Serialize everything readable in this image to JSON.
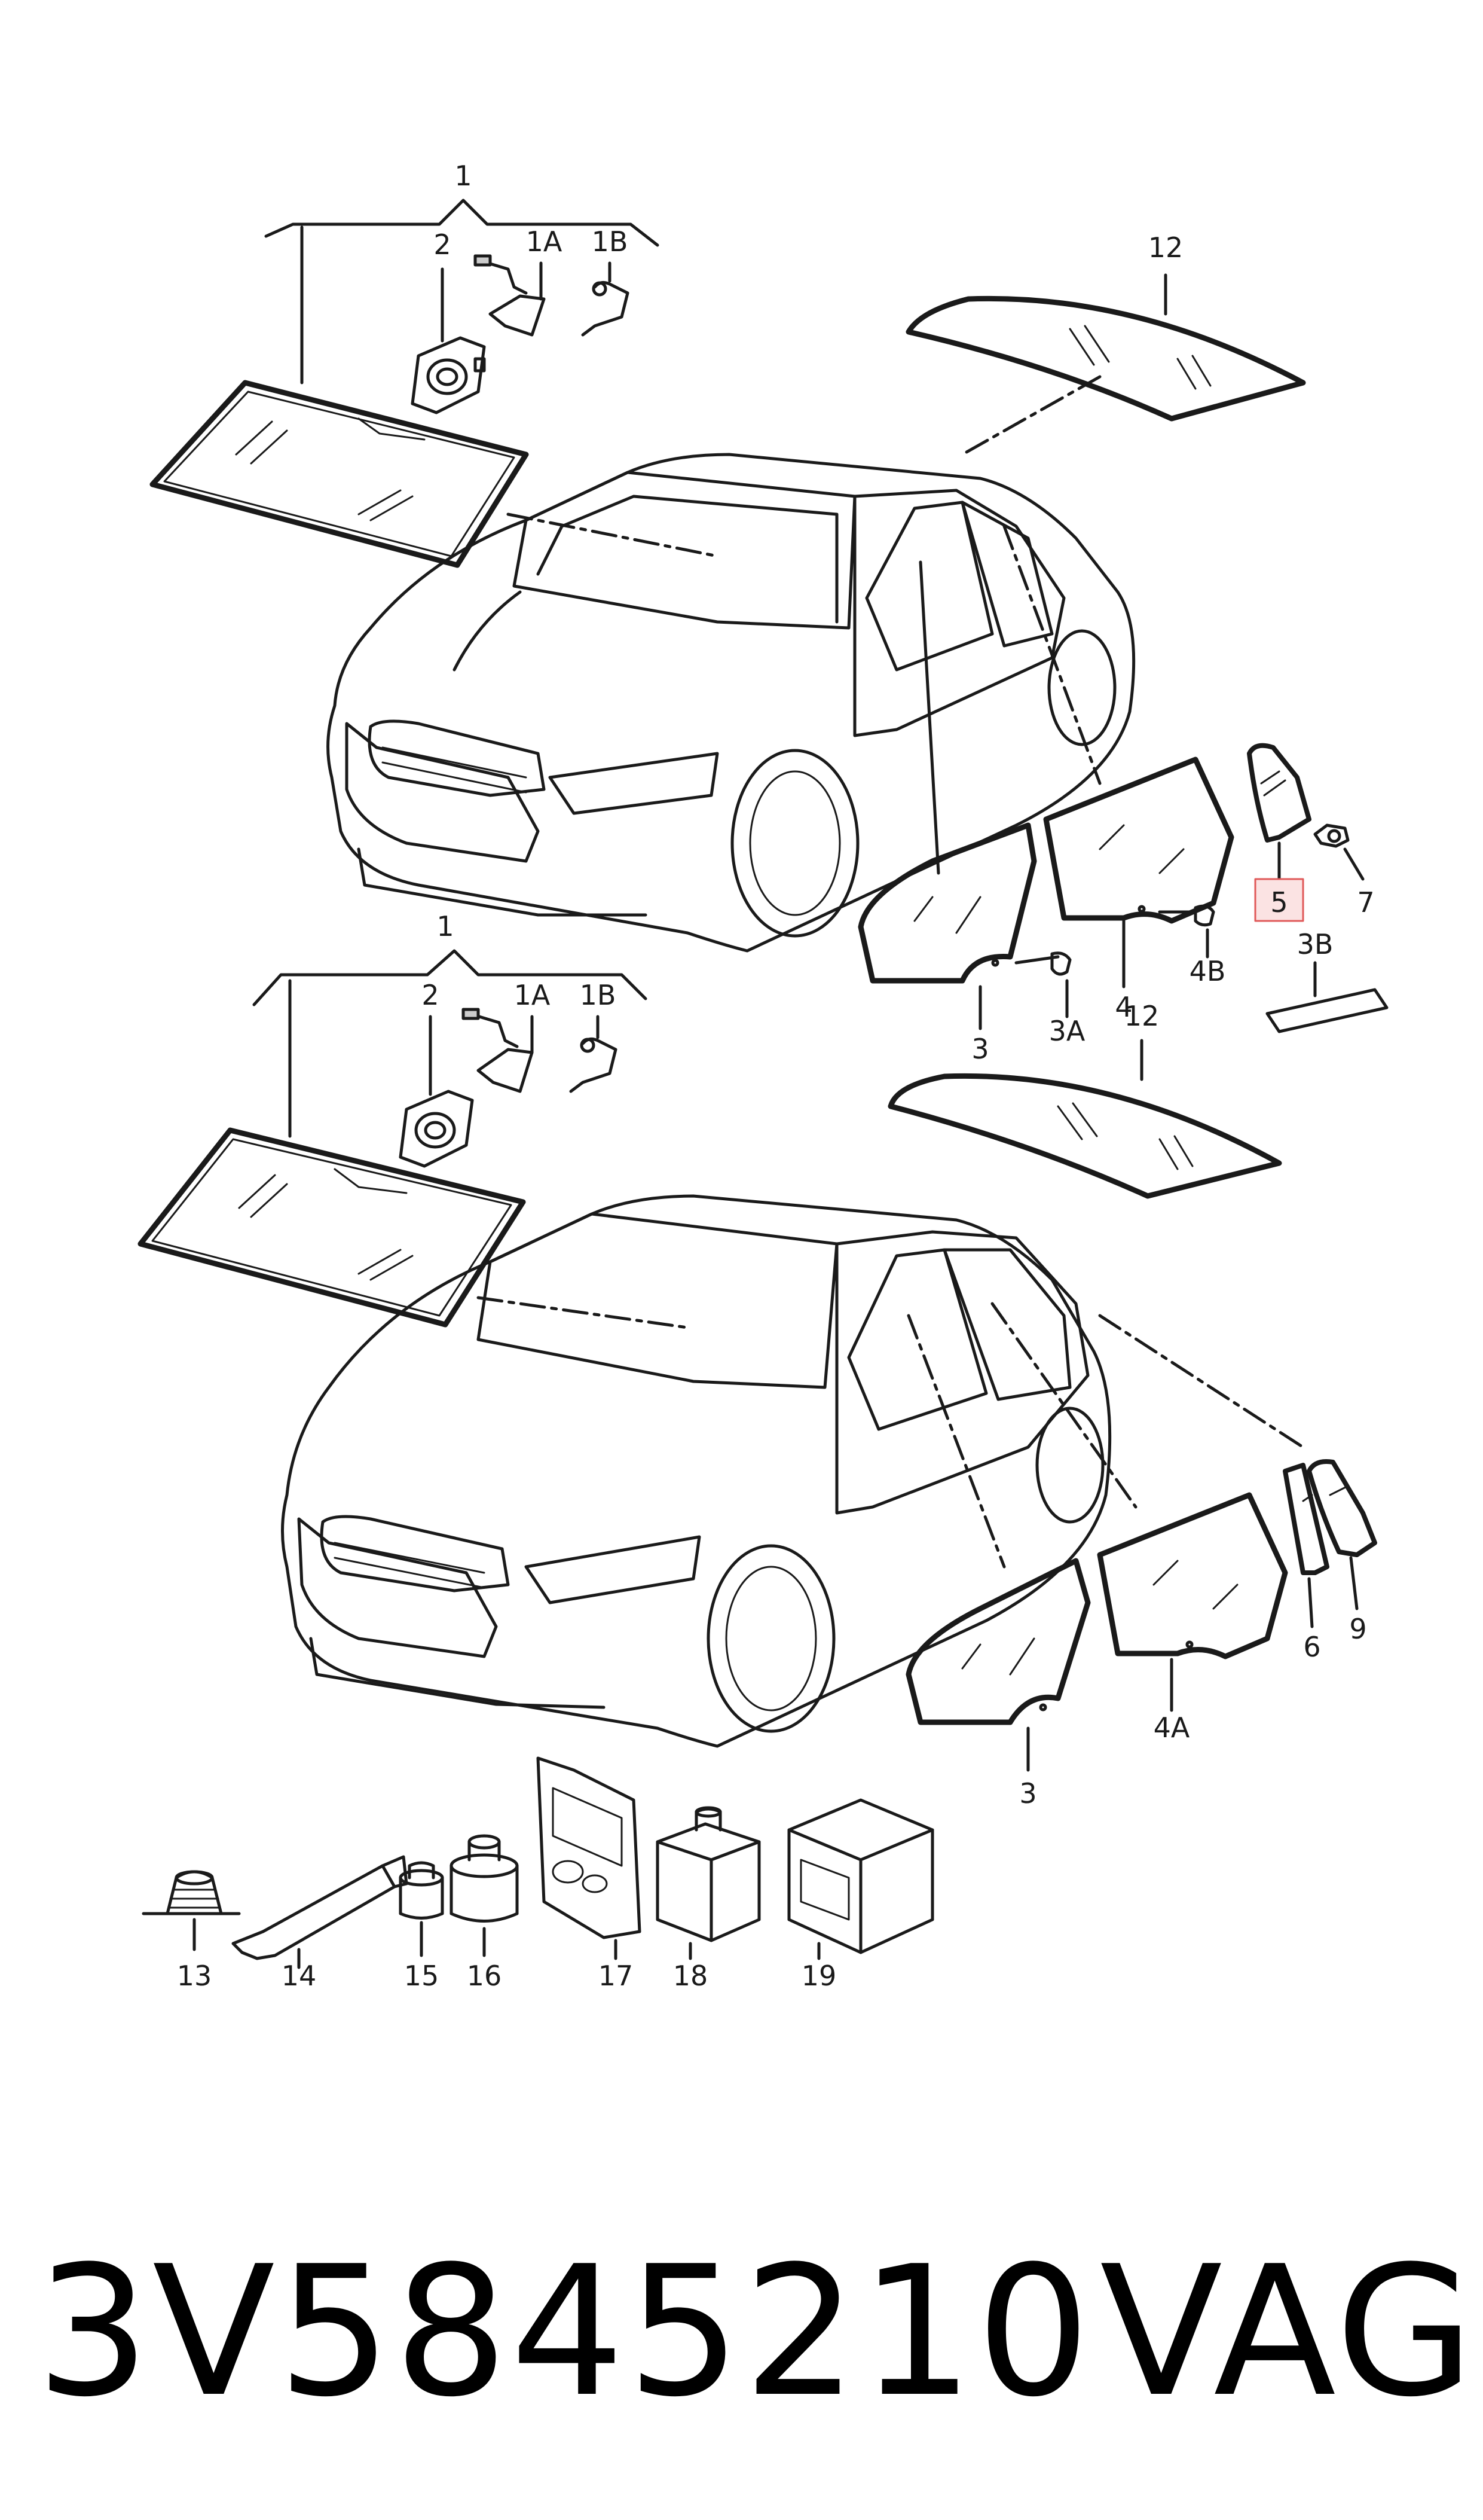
{
  "diagram": {
    "top_section": {
      "labels": {
        "l1": "1",
        "l2": "2",
        "l1a": "1A",
        "l1b": "1B",
        "l12": "12",
        "l3": "3",
        "l3a": "3A",
        "l4": "4",
        "l4b": "4B",
        "l5": "5",
        "l7": "7",
        "l3b": "3B"
      }
    },
    "bottom_section": {
      "labels": {
        "l1": "1",
        "l2": "2",
        "l1a": "1A",
        "l1b": "1B",
        "l12": "12",
        "l3": "3",
        "l4a": "4A",
        "l6": "6",
        "l9": "9"
      }
    },
    "accessories": {
      "labels": {
        "l13": "13",
        "l14": "14",
        "l15": "15",
        "l16": "16",
        "l17": "17",
        "l18": "18",
        "l19": "19"
      }
    },
    "highlight": {
      "label": "5",
      "color": "#e05a5a",
      "fill": "#fbe3e3"
    }
  },
  "footer": {
    "part_number": "3V5845210",
    "brand": "VAG"
  }
}
